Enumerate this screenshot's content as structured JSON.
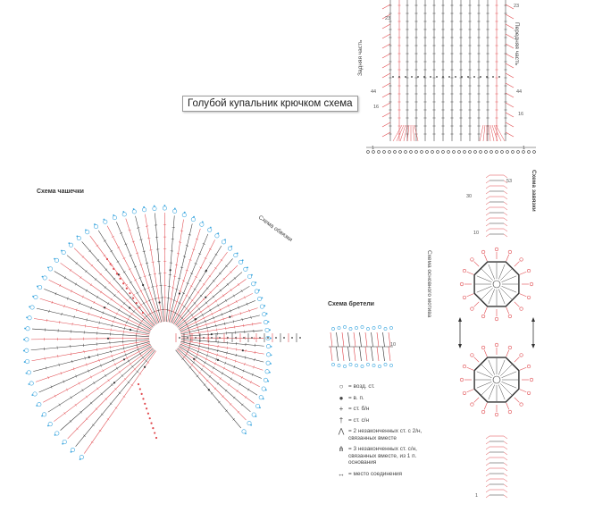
{
  "tooltip": "Голубой купальник крючком схема",
  "labels": {
    "cup": "Схема чашечки",
    "edging": "Схема обвязки",
    "strap": "Схема бретели",
    "ties": "Схема завязки",
    "back": "Задняя часть",
    "front": "Передняя часть",
    "main_motif": "Схема основного мотива"
  },
  "row_numbers": [
    "23",
    "23",
    "44",
    "44",
    "16",
    "16",
    "1",
    "1",
    "53",
    "30",
    "10",
    "1",
    "10"
  ],
  "legend": [
    {
      "symbol": "circle-icon",
      "text": "= возд. ст."
    },
    {
      "symbol": "dot-icon",
      "text": "= в. п."
    },
    {
      "symbol": "plus-icon",
      "text": "= ст. б/н"
    },
    {
      "symbol": "dagger-icon",
      "text": "= ст. с/н"
    },
    {
      "symbol": "cluster2-icon",
      "text": "= 2 незаконченных ст. с 2/н, связанных вместе"
    },
    {
      "symbol": "cluster3-icon",
      "text": "= 3 незаконченных ст. с/н, связанных вместе, из 1 п. основания"
    },
    {
      "symbol": "arrow-icon",
      "text": "= место соединения"
    }
  ],
  "colors": {
    "black": "#333333",
    "red": "#e0474c",
    "blue": "#3aa6df"
  }
}
